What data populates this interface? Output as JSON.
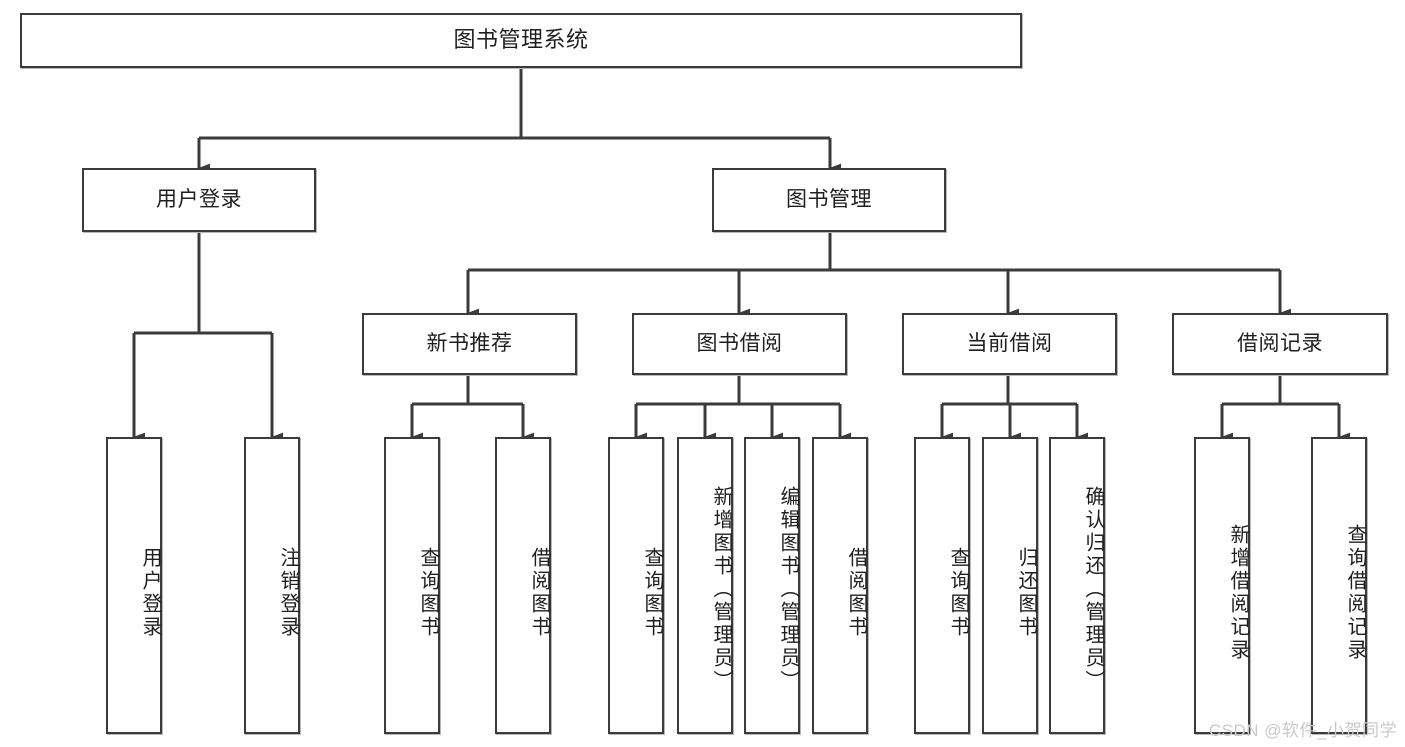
{
  "diagram": {
    "title": "图书管理系统",
    "watermark": "CSDN @软件_小贺同学",
    "colors": {
      "stroke": "#3b3b3b",
      "fill": "#ffffff",
      "text": "#1f1f1f",
      "watermark": "#c9c9c9"
    },
    "levels": {
      "root": {
        "label": "图书管理系统"
      },
      "level2": [
        {
          "label": "用户登录"
        },
        {
          "label": "图书管理"
        }
      ],
      "level3": [
        {
          "label": "新书推荐"
        },
        {
          "label": "图书借阅"
        },
        {
          "label": "当前借阅"
        },
        {
          "label": "借阅记录"
        }
      ],
      "leaves": {
        "user_login": [
          {
            "label": "用户登录"
          },
          {
            "label": "注销登录"
          }
        ],
        "new_book": [
          {
            "label": "查询图书"
          },
          {
            "label": "借阅图书"
          }
        ],
        "book_borrow": [
          {
            "label": "查询图书"
          },
          {
            "label": "新增图书（管理员）"
          },
          {
            "label": "编辑图书（管理员）"
          },
          {
            "label": "借阅图书"
          }
        ],
        "current_borrow": [
          {
            "label": "查询图书"
          },
          {
            "label": "归还图书"
          },
          {
            "label": "确认归还（管理员）"
          }
        ],
        "borrow_record": [
          {
            "label": "新增借阅记录"
          },
          {
            "label": "查询借阅记录"
          }
        ]
      }
    }
  }
}
